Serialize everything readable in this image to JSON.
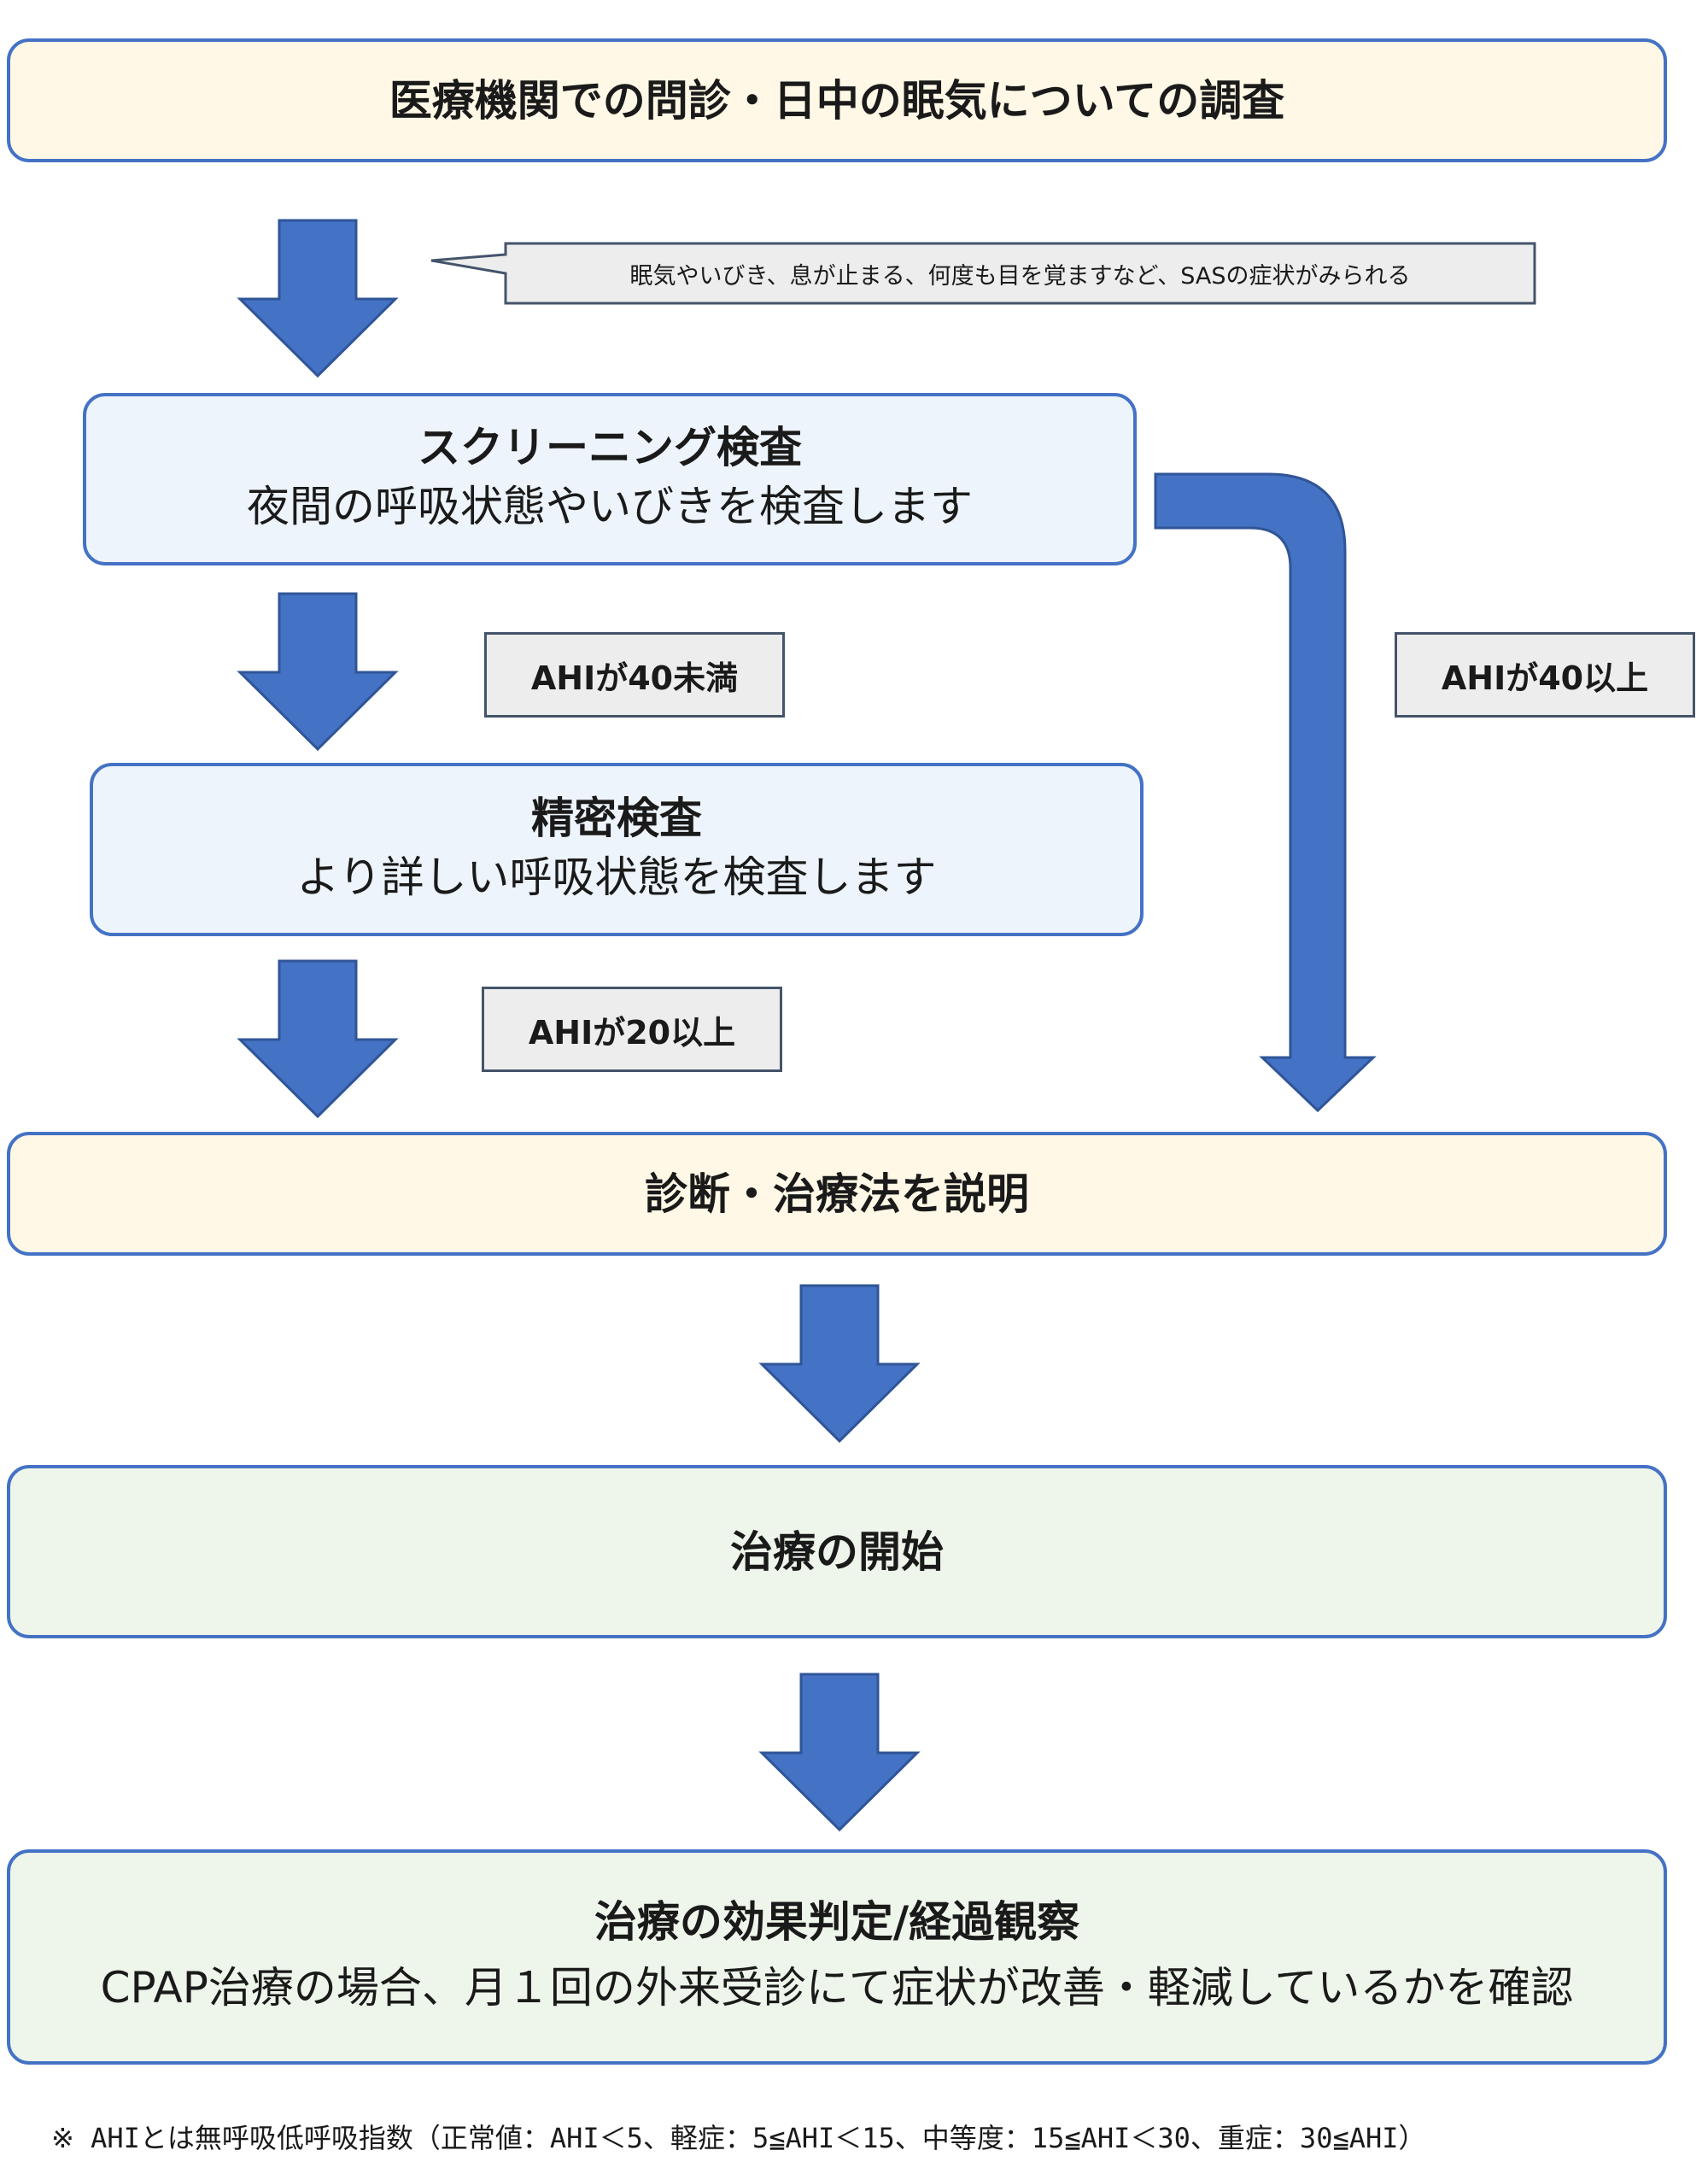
{
  "steps": {
    "interview": {
      "title": "医療機関での問診・日中の眠気についての調査"
    },
    "screening": {
      "title": "スクリーニング検査",
      "subtitle": "夜間の呼吸状態やいびきを検査します"
    },
    "detailed": {
      "title": "精密検査",
      "subtitle": "より詳しい呼吸状態を検査します"
    },
    "diagnosis": {
      "title": "診断・治療法を説明"
    },
    "treatment_start": {
      "title": "治療の開始"
    },
    "evaluation": {
      "title": "治療の効果判定/経過観察",
      "subtitle": "CPAP治療の場合、月１回の外来受診にて症状が改善・軽減しているかを確認"
    }
  },
  "callout": {
    "text": "眠気やいびき、息が止まる、何度も目を覚ますなど、SASの症状がみられる"
  },
  "conditions": {
    "ahi_under_40": "AHIが40未満",
    "ahi_40_over": "AHIが40以上",
    "ahi_20_over": "AHIが20以上"
  },
  "footnote": "※ AHIとは無呼吸低呼吸指数（正常値：AHI＜5、軽症：5≦AHI＜15、中等度：15≦AHI＜30、重症：30≦AHI）",
  "colors": {
    "arrow": "#4472c4",
    "box_border": "#4472c4",
    "yellow_fill": "#fff8e6",
    "blue_fill": "#edf4fb",
    "green_fill": "#eef5ea",
    "label_fill": "#ededed"
  }
}
